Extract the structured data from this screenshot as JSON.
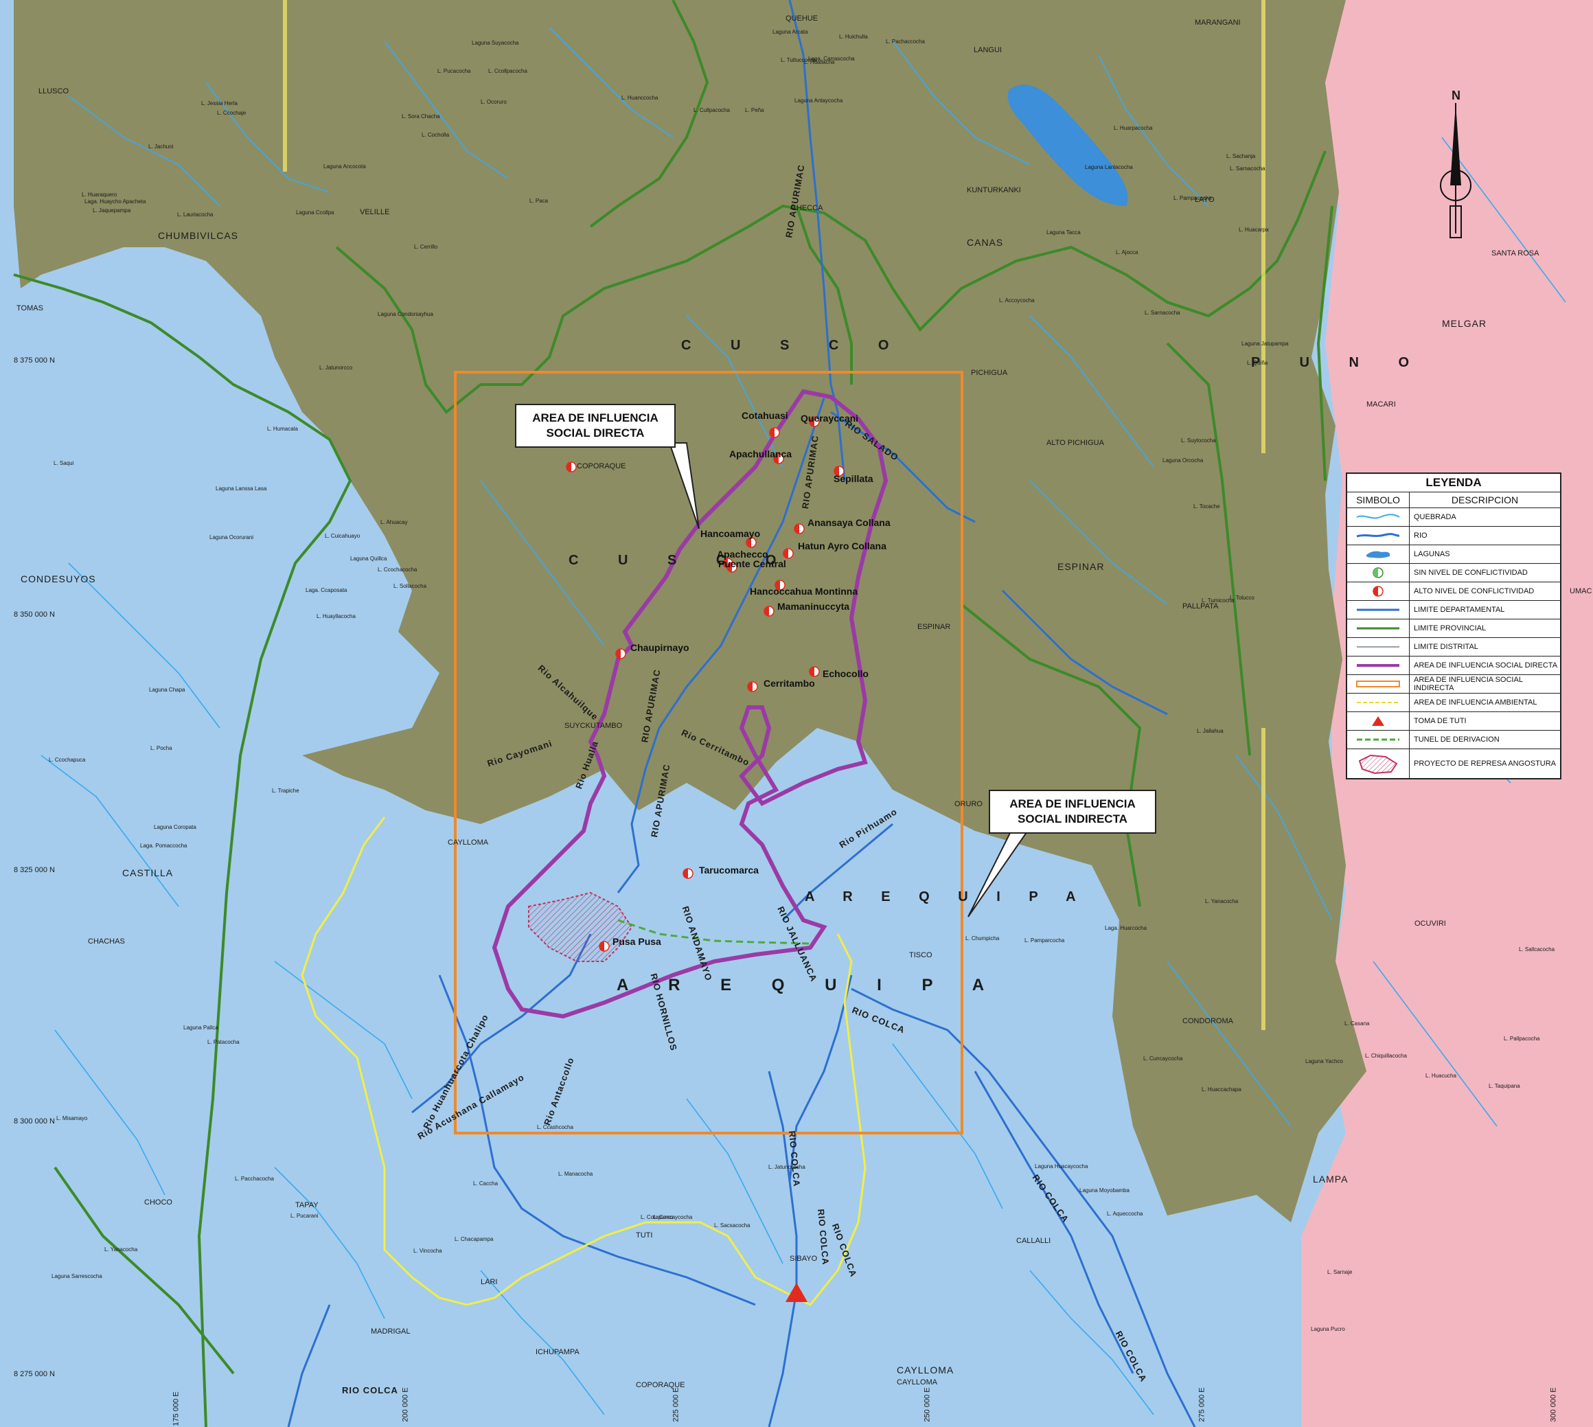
{
  "regions": {
    "cusco_main": "C U S C O",
    "cusco_inner": "C U S C O",
    "puno": "P U N O",
    "arequipa_main": "A R E Q U I P A",
    "arequipa_upper": "A R E Q U I P A"
  },
  "provinces": {
    "chumbivilcas": "CHUMBIVILCAS",
    "condesuyos": "CONDESUYOS",
    "castilla": "CASTILLA",
    "espinar": "ESPINAR",
    "canas": "CANAS",
    "melgar": "MELGAR",
    "lampa": "LAMPA",
    "caylloma": "CAYLLOMA"
  },
  "districts": {
    "lLusco": "LLUSCO",
    "quehue": "QUEHUE",
    "marangani": "MARANGANI",
    "langui": "LANGUI",
    "kunturkanki": "KUNTURKANKI",
    "layo": "LAYO",
    "velille": "VELILLE",
    "tomas": "TOMAS",
    "checca": "CHECCA",
    "santa_rosa": "SANTA ROSA",
    "pichigua": "PICHIGUA",
    "macari": "MACARI",
    "alto_pichigua": "ALTO PICHIGUA",
    "coporaque": "COPORAQUE",
    "espinar_town": "ESPINAR",
    "pallpata": "PALLPATA",
    "suykutambo": "SUYCKUTAMBO",
    "ocuviri": "OCUVIRI",
    "caylloma_town": "CAYLLOMA",
    "chachas": "CHACHAS",
    "tisco": "TISCO",
    "condoroma": "CONDOROMA",
    "choco": "CHOCO",
    "tapay": "TAPAY",
    "tuti": "TUTI",
    "lari": "LARI",
    "sibayo": "SIBAYO",
    "callalli": "CALLALLI",
    "madrigal": "MADRIGAL",
    "ichupampa": "ICHUPAMPA",
    "coporaque_bottom": "COPORAQUE",
    "caylloma_bottom": "CAYLLOMA",
    "umac": "UMAC",
    "oruro": "ORURO"
  },
  "coordinates": {
    "n1": "8 375 000 N",
    "n2": "8 350 000 N",
    "n3": "8 325 000 N",
    "n4": "8 300 000 N",
    "n5": "8 275 000 N",
    "e1": "175 000 E",
    "e2": "200 000 E",
    "e3": "225 000 E",
    "e4": "250 000 E",
    "e5": "275 000 E",
    "e6": "300 000 E"
  },
  "rivers": {
    "apurimac_n": "RIO APURIMAC",
    "salado": "RIO SALADO",
    "apurimac_c": "RIO APURIMAC",
    "apurimac_s": "RIO APURIMAC",
    "apurimac_w": "RIO APURIMAC",
    "alcahuilque": "Rio Alcahuilque",
    "hualla": "Rio Hualla",
    "cayomani": "Rio Cayomani",
    "cerritambo": "Rio Cerritambo",
    "pirhuamo": "Rio Pirhuamo",
    "andamayo": "RIO ANDAMAYO",
    "jalluanca": "RIO JALLUANCA",
    "hornillos": "RIO HORNILLOS",
    "colca_1": "RIO COLCA",
    "colca_2": "RIO COLCA",
    "colca_3": "RIO COLCA",
    "colca_4": "RIO COLCA",
    "colca_5": "RIO COLCA",
    "colca_6": "RIO COLCA",
    "chalipo": "Rio Huanhuarcota Chalipo",
    "acushana": "Rio Acushana Callamayo",
    "antaccollo": "Rio Antaccollo",
    "colca_w": "RIO COLCA"
  },
  "communities": [
    {
      "name": "Cotahuasi",
      "marker": "high"
    },
    {
      "name": "Querayccani",
      "marker": "high"
    },
    {
      "name": "Apachullanca",
      "marker": "high"
    },
    {
      "name": "Sepillata",
      "marker": "high"
    },
    {
      "name": "Anansaya Collana",
      "marker": "high"
    },
    {
      "name": "Hancoamayo",
      "marker": "high"
    },
    {
      "name": "Hatun Ayro Collana",
      "marker": "high"
    },
    {
      "name": "Apachecco",
      "marker": "high"
    },
    {
      "name": "Puente Central",
      "marker": "high"
    },
    {
      "name": "Hancoccahua Montinna",
      "marker": "high"
    },
    {
      "name": "Mamaninuccyta",
      "marker": "high"
    },
    {
      "name": "Chaupirnayo",
      "marker": "high"
    },
    {
      "name": "Echocollo",
      "marker": "high"
    },
    {
      "name": "Cerritambo",
      "marker": "high"
    },
    {
      "name": "Tarucomarca",
      "marker": "high"
    },
    {
      "name": "Pusa Pusa",
      "marker": "high"
    },
    {
      "name": "COPORAQUE",
      "marker": "high"
    },
    {
      "name": "ESPINAR",
      "marker": "none"
    }
  ],
  "small_labels": [
    "Laguna Ccollpa",
    "L. Sora Chacha",
    "L. Pachaccocha",
    "Laguna Lanlacocha",
    "Laguna Lanssa Lasa",
    "Laguna Sarrescocha",
    "L. Ccashcocha",
    "Laga. Huarcocha",
    "L. Sarnaje",
    "L. Suytococha",
    "Laga. Ccaposata",
    "Laga. Huaycho Apacheta",
    "L. Ccollpacocha",
    "Laga. Carrascocha",
    "L. Pampacocha",
    "L. Saqui",
    "Laga. Pomaccocha",
    "L. Jatunccocha",
    "L. Cuncaycocha",
    "L. Pallpacocha",
    "L. Tocache",
    "Laguna Quillca",
    "L. Jachuni",
    "L. Pucacocha",
    "L. Huichulla",
    "Laguna Tacca",
    "L. Trapiche",
    "L. Pucarani",
    "L. Concaycocha",
    "L. Aqueccocha",
    "L. Chiquillacocha",
    "Laguna Orcocha",
    "L. Ahuacay",
    "L. Jaquepampa",
    "L. Huanccocha",
    "L. Huallacha",
    "L. Accoycocha",
    "L. Pocha",
    "Laguna Pallca",
    "L. Vincocha",
    "L. Yanacocha",
    "L. Sallcacocha",
    "L. Tolucco",
    "L. Ccochacocha",
    "L. Huaraquero",
    "L. Cerrillo",
    "L. Cullpacocha",
    "L. Ajocca",
    "L. Humacala",
    "Laguna Coropata",
    "L. Caccha",
    "L. Chumpicha",
    "L. Casana",
    "Laguna Jatupampa",
    "L. Huayllacocha",
    "L. Jessia Herla",
    "Laguna Suyacocha",
    "L. Tuttuccocha",
    "L. Huacarpa",
    "Laguna Chapa",
    "L. Yanacocha",
    "L. Cotapunco",
    "L. Pamparcocha",
    "Laguna Pucro",
    "L. Sarnacocha",
    "L. Jatunorcco",
    "Laguna Ancocota",
    "L. Ocoruro",
    "Laguna Antaycocha",
    "L. Huarpacocha",
    "L. Ccochapuca",
    "L. Patacocha",
    "L. Sacsacocha",
    "Laguna Moyobamba",
    "L. Taquipana",
    "L. Tumicocha",
    "L. Sollacocha",
    "L. Lauriacocha",
    "L. Paca",
    "Laguna Arcata",
    "L. Sarnacocha",
    "Laguna Ocorurani",
    "L. Pacchacocha",
    "L. Manacocha",
    "L. Huaccachapa",
    "Laguna Yachco",
    "L. Jallahua",
    "Laguna Condorsayhua",
    "L. Ccochaje",
    "L. Cocholla",
    "L. Peña",
    "L. Sachanja",
    "L. Cuicahuayo",
    "L. Misamayo",
    "L. Chacapampa",
    "Laguna Huacaycocha",
    "L. Huacucha",
    "L. Quiña"
  ],
  "callouts": {
    "direct": "AREA DE INFLUENCIA SOCIAL DIRECTA",
    "indirect": "AREA DE INFLUENCIA SOCIAL INDIRECTA"
  },
  "north": "N",
  "legend": {
    "title": "LEYENDA",
    "col_symbol": "SIMBOLO",
    "col_desc": "DESCRIPCION",
    "rows": [
      {
        "icon": "quebrada-line",
        "label": "QUEBRADA"
      },
      {
        "icon": "rio-line",
        "label": "RIO"
      },
      {
        "icon": "laguna-shape",
        "label": "LAGUNAS"
      },
      {
        "icon": "green-circle",
        "label": "SIN NIVEL DE CONFLICTIVIDAD"
      },
      {
        "icon": "red-circle",
        "label": "ALTO NIVEL DE CONFLICTIVIDAD"
      },
      {
        "icon": "blue-line",
        "label": "LIMITE DEPARTAMENTAL"
      },
      {
        "icon": "green-line",
        "label": "LIMITE PROVINCIAL"
      },
      {
        "icon": "grey-line",
        "label": "LIMITE DISTRITAL"
      },
      {
        "icon": "purple-line",
        "label": "AREA DE INFLUENCIA SOCIAL DIRECTA"
      },
      {
        "icon": "orange-box",
        "label": "AREA DE INFLUENCIA SOCIAL INDIRECTA"
      },
      {
        "icon": "yellow-dash",
        "label": "AREA DE INFLUENCIA AMBIENTAL"
      },
      {
        "icon": "red-triangle",
        "label": "TOMA DE TUTI"
      },
      {
        "icon": "green-dash",
        "label": "TUNEL DE DERIVACION"
      },
      {
        "icon": "dam-hatch",
        "label": "PROYECTO DE REPRESA ANGOSTURA"
      }
    ]
  },
  "colors": {
    "cusco_fill": "#8c8d63",
    "arequipa_fill": "#a5ccec",
    "puno_fill": "#f3b7c2",
    "river": "#2d6fd0",
    "stream": "#3aa9f0",
    "provincial": "#3d8a2a",
    "purple": "#9b3aa6",
    "orange": "#f0892a",
    "yellow": "#f2ee46",
    "red": "#e12b1e"
  }
}
